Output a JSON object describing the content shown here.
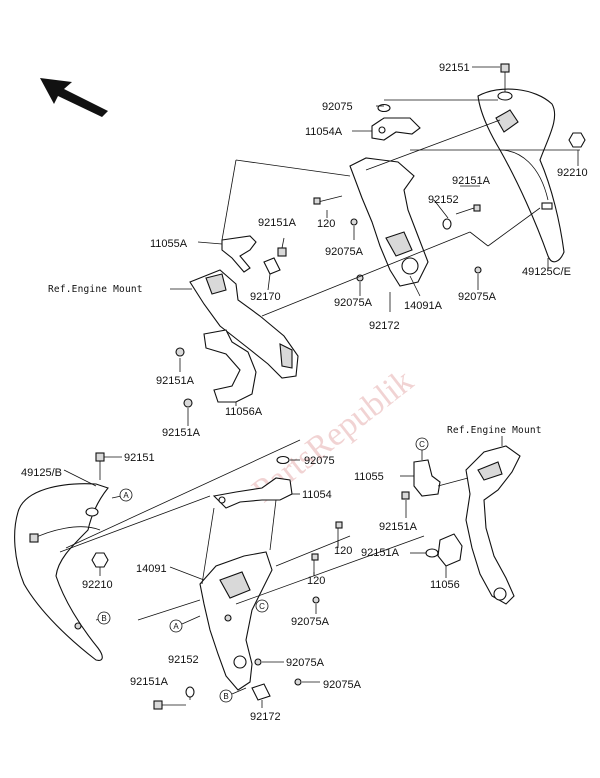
{
  "labels": {
    "p92151_top": "92151",
    "p92075_top": "92075",
    "p11054A": "11054A",
    "p92210_top": "92210",
    "p92151A_1": "92151A",
    "p92152_top": "92152",
    "p120_top": "120",
    "p11055A": "11055A",
    "p92151A_2": "92151A",
    "p92075A_1": "92075A",
    "p49125CE": "49125C/E",
    "p92170": "92170",
    "p92075A_2": "92075A",
    "p14091A": "14091A",
    "p92075A_3": "92075A",
    "p92172_top": "92172",
    "ref_engine_mount_1": "Ref.Engine Mount",
    "p92151A_3": "92151A",
    "p11056A": "11056A",
    "p92151A_4": "92151A",
    "ref_engine_mount_2": "Ref.Engine Mount",
    "p49125B": "49125/B",
    "p92151_bot": "92151",
    "p92075_bot": "92075",
    "p11055": "11055",
    "p11054": "11054",
    "p92151A_5": "92151A",
    "p120_bot1": "120",
    "p92151A_6": "92151A",
    "p92210_bot": "92210",
    "p14091": "14091",
    "p120_bot2": "120",
    "p11056": "11056",
    "p92075A_4": "92075A",
    "p92152_bot": "92152",
    "p92075A_5": "92075A",
    "p92151A_7": "92151A",
    "p92075A_6": "92075A",
    "p92172_bot": "92172"
  },
  "callouts": {
    "a": "A",
    "b": "B",
    "c": "C"
  },
  "watermark": "PartsRepublik"
}
